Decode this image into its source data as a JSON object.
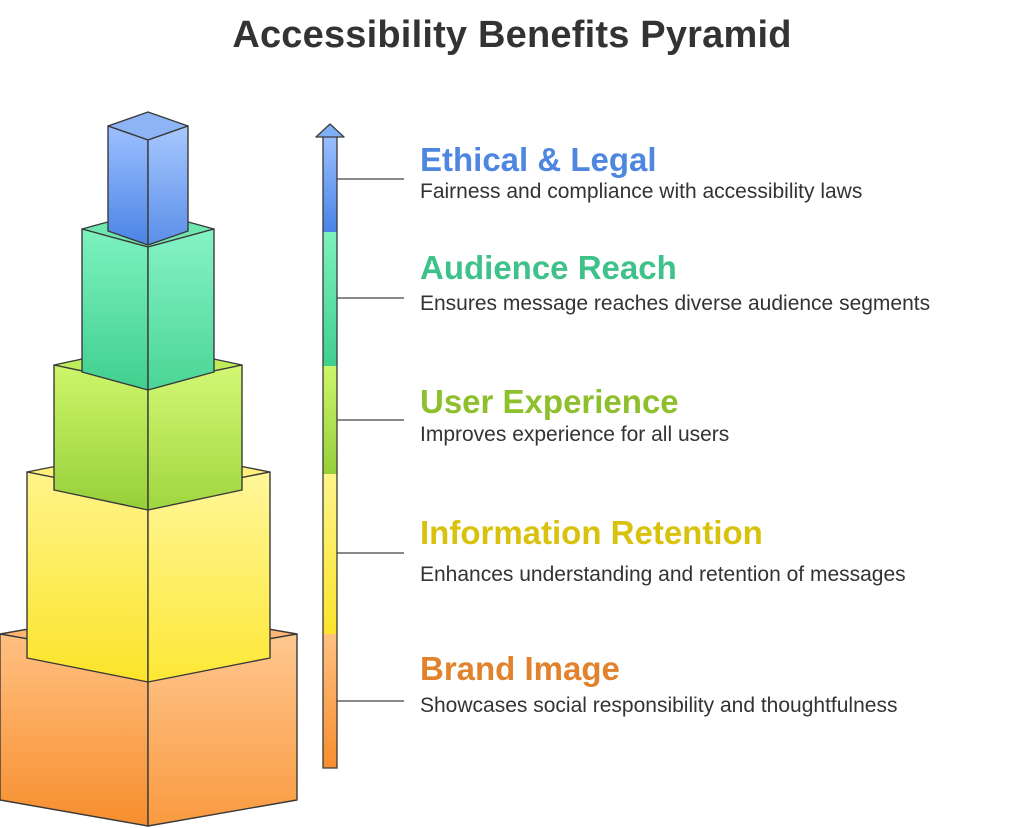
{
  "title": "Accessibility Benefits Pyramid",
  "tiers": [
    {
      "label": "Ethical & Legal",
      "description": "Fairness and compliance with accessibility laws",
      "color": "#4f86e0",
      "face_light": "#9cc0ff",
      "face_dark": "#4a84e6",
      "side_light": "#a8c8ff",
      "side_dark": "#5b8fe8",
      "top": "#8db5f5"
    },
    {
      "label": "Audience Reach",
      "description": "Ensures message reaches diverse audience segments",
      "color": "#3ec28a",
      "face_light": "#7df2bf",
      "face_dark": "#40cf8f",
      "side_light": "#86f3c5",
      "side_dark": "#4bd596",
      "top": "#6ee6b0"
    },
    {
      "label": "User Experience",
      "description": "Improves experience for all users",
      "color": "#8ebf2c",
      "face_light": "#cdf66a",
      "face_dark": "#96cf3a",
      "side_light": "#d3f874",
      "side_dark": "#a0d640",
      "top": "#bfed5a"
    },
    {
      "label": "Information Retention",
      "description": "Enhances understanding and retention of messages",
      "color": "#d9c20d",
      "face_light": "#fff48a",
      "face_dark": "#fbe42a",
      "side_light": "#fff69a",
      "side_dark": "#fde836",
      "top": "#fff07a"
    },
    {
      "label": "Brand Image",
      "description": "Showcases social responsibility and thoughtfulness",
      "color": "#e0832c",
      "face_light": "#ffc081",
      "face_dark": "#f78e2e",
      "side_light": "#ffc78f",
      "side_dark": "#f99a40",
      "top": "#ffb574"
    }
  ]
}
